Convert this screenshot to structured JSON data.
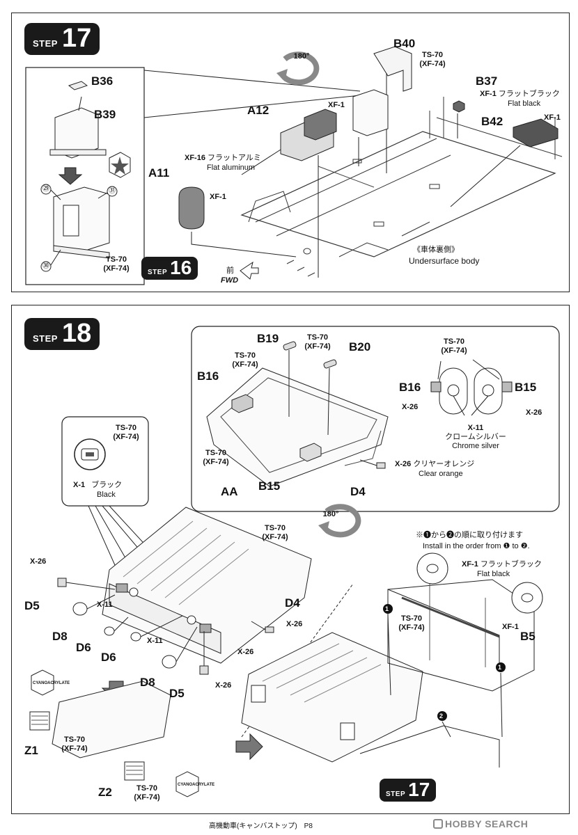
{
  "step17": {
    "word": "STEP",
    "number": "17",
    "parts": {
      "b40": "B40",
      "b37": "B37",
      "a12": "A12",
      "b42": "B42",
      "a11": "A11",
      "b36": "B36",
      "b39": "B39"
    },
    "rotate": "180°",
    "paint": {
      "b40_ts": "TS-70",
      "b40_xf": "(XF-74)",
      "b37_xf": "XF-1",
      "b37_jp": "フラットブラック",
      "b37_en": "Flat black",
      "a12_xf": "XF-1",
      "b42_xf": "XF-1",
      "xf16_code": "XF-16",
      "xf16_jp": "フラットアルミ",
      "xf16_en": "Flat aluminum",
      "a11_xf": "XF-1",
      "tank_ts": "TS-70",
      "tank_xf": "(XF-74)"
    },
    "decals": {
      "d29": "㉙",
      "d31": "㉛",
      "d30": "㉚"
    },
    "underside_jp": "《車体裏側》",
    "underside_en": "Undersurface body",
    "fwd_jp": "前",
    "fwd_en": "FWD",
    "sub_step": {
      "word": "STEP",
      "number": "16"
    }
  },
  "step18": {
    "word": "STEP",
    "number": "18",
    "inset": {
      "b19": "B19",
      "b20": "B20",
      "b16": "B16",
      "b15": "B15",
      "aa": "AA",
      "d4": "D4",
      "b16b": "B16",
      "b15b": "B15",
      "ts_a": "TS-70",
      "xf_a": "(XF-74)",
      "ts_b": "TS-70",
      "xf_b": "(XF-74)",
      "ts_c": "TS-70",
      "xf_c": "(XF-74)",
      "ts_d": "TS-70",
      "xf_d": "(XF-74)",
      "x26_a": "X-26",
      "x26_b": "X-26",
      "x11": "X-11",
      "x11_jp": "クロームシルバー",
      "x11_en": "Chrome silver",
      "x26_c": "X-26",
      "x26_jp": "クリヤーオレンジ",
      "x26_en": "Clear orange"
    },
    "lamp": {
      "ts": "TS-70",
      "xf": "(XF-74)",
      "x1": "X-1",
      "x1_jp": "ブラック",
      "x1_en": "Black"
    },
    "rotate": "180°",
    "body_ts": "TS-70",
    "body_xf": "(XF-74)",
    "parts": {
      "d5": "D5",
      "d8": "D8",
      "d6": "D6",
      "d6b": "D6",
      "d8b": "D8",
      "d5b": "D5",
      "d4": "D4",
      "z1": "Z1",
      "z2": "Z2",
      "b5": "B5"
    },
    "paint": {
      "x26_1": "X-26",
      "x11_1": "X-11",
      "x11_2": "X-11",
      "x26_2": "X-26",
      "x26_3": "X-26",
      "x26_4": "X-26",
      "z1_ts": "TS-70",
      "z1_xf": "(XF-74)",
      "z2_ts": "TS-70",
      "z2_xf": "(XF-74)",
      "b5_ts": "TS-70",
      "b5_xf": "(XF-74)",
      "b5_x1": "XF-1",
      "b5_x1_jp": "フラットブラック",
      "b5_x1_en": "Flat black",
      "b5_x1b": "XF-1"
    },
    "cement": "CYANOACRYLATE",
    "order_jp": "※❶から❷の順に取り付けます",
    "order_en": "Install in the order from ❶ to ❷.",
    "marker1": "1",
    "marker2": "2",
    "sub_step": {
      "word": "STEP",
      "number": "17"
    }
  },
  "footer": {
    "title": "高機動車(キャンバストップ)　P8",
    "watermark": "HOBBY SEARCH"
  }
}
